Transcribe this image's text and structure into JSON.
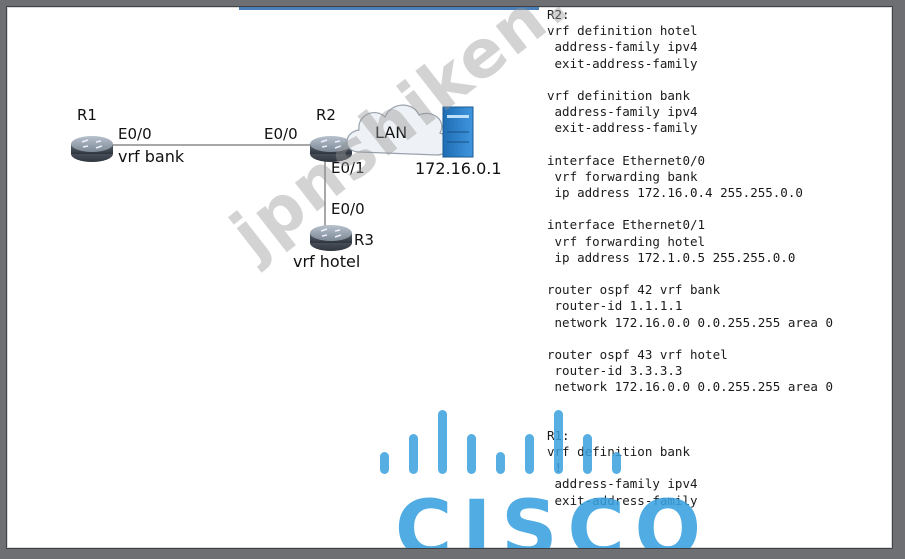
{
  "diagram": {
    "r1_name": "R1",
    "r1_iface": "E0/0",
    "r1_vrf": "vrf bank",
    "r2_name": "R2",
    "r2_iface_left": "E0/0",
    "r2_iface_down": "E0/1",
    "cloud_label": "LAN",
    "server_ip": "172.16.0.1",
    "r3_iface": "E0/0",
    "r3_name": "R3",
    "r3_vrf": "vrf hotel"
  },
  "config_lines": [
    "R2:",
    "vrf definition hotel",
    " address-family ipv4",
    " exit-address-family",
    "",
    "vrf definition bank",
    " address-family ipv4",
    " exit-address-family",
    "",
    "interface Ethernet0/0",
    " vrf forwarding bank",
    " ip address 172.16.0.4 255.255.0.0",
    "",
    "interface Ethernet0/1",
    " vrf forwarding hotel",
    " ip address 172.1.0.5 255.255.0.0",
    "",
    "router ospf 42 vrf bank",
    " router-id 1.1.1.1",
    " network 172.16.0.0 0.0.255.255 area 0",
    "",
    "router ospf 43 vrf hotel",
    " router-id 3.3.3.3",
    " network 172.16.0.0 0.0.255.255 area 0",
    "",
    "",
    "R1:",
    "vrf definition bank",
    " !",
    " address-family ipv4",
    " exit-address-family"
  ],
  "watermark": "jpnshiken.com",
  "logo": "CISCO",
  "colors": {
    "router_body": "#5b6470",
    "router_top": "#9aa6b4",
    "cloud_fill": "#eef1f5",
    "server_fill": "#2a7dc4",
    "cisco_blue": "#38a0de",
    "link": "#8a8a8a"
  }
}
